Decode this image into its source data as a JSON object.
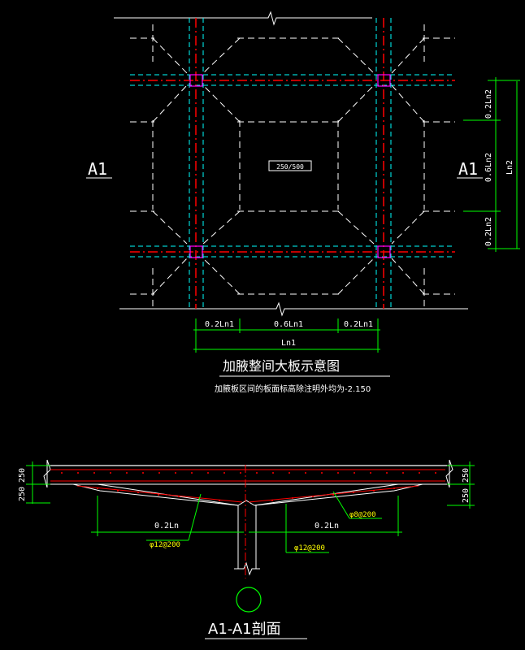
{
  "plan": {
    "section_mark_left": "A1",
    "section_mark_right": "A1",
    "slab_tag": "250/500",
    "dim_x": [
      "0.2Ln1",
      "0.6Ln1",
      "0.2Ln1"
    ],
    "dim_x_total": "Ln1",
    "dim_y": [
      "0.2Ln2",
      "0.6Ln2",
      "0.2Ln2"
    ],
    "dim_y_total": "Ln2",
    "title": "加腋整间大板示意图",
    "note": "加腋板区间的板面标高除注明外均为-2.150"
  },
  "section": {
    "left_dims": [
      "250",
      "250"
    ],
    "right_dims": [
      "250",
      "250"
    ],
    "span_left": "0.2Ln",
    "span_right": "0.2Ln",
    "rebar_top": "φ8@200",
    "rebar_left": "φ12@200",
    "rebar_right": "φ12@200",
    "title": "A1-A1剖面"
  },
  "colors": {
    "background": "#000000",
    "line": "#ffffff",
    "beam_center": "#ff0000",
    "beam_edge": "#00ffff",
    "column": "#ff00ff",
    "dimension": "#00ff00",
    "rebar_note": "#ffff00"
  }
}
